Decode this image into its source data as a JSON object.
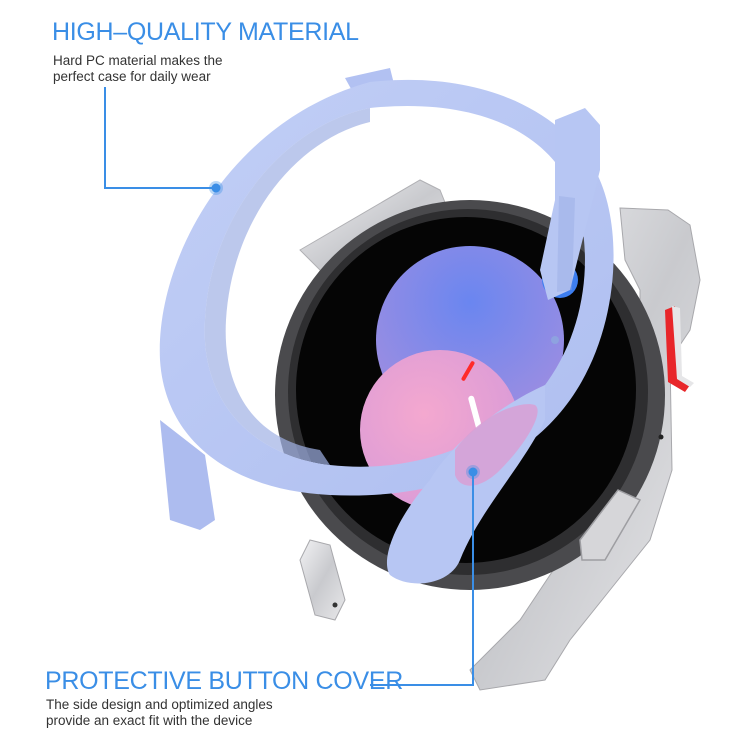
{
  "features": [
    {
      "title": "HIGH–QUALITY MATERIAL",
      "description_lines": [
        "Hard PC material makes the",
        "perfect case for daily wear"
      ],
      "callout": {
        "line_points": [
          [
            105,
            87
          ],
          [
            105,
            188
          ],
          [
            216,
            188
          ]
        ],
        "dot": [
          216,
          188
        ]
      }
    },
    {
      "title": "PROTECTIVE BUTTON COVER",
      "description_lines": [
        "The side design and optimized angles",
        "provide an exact fit with the device"
      ],
      "callout": {
        "line_points": [
          [
            473,
            472
          ],
          [
            473,
            685
          ],
          [
            370,
            685
          ]
        ],
        "dot": [
          473,
          472
        ]
      }
    }
  ],
  "colors": {
    "accent": "#3a8ee6",
    "body_text": "#333333",
    "case": "#b8c6f2",
    "case_shadow": "#9fb0e4",
    "watch_silver": "#d9d9dc",
    "bezel": "#3a3a3c",
    "screen": "#050505",
    "face_blue": "#7b86e8",
    "face_pink": "#f2a6cc",
    "button_red": "#e8262a"
  },
  "product": {
    "case_icon": "watch-case-illustration",
    "watch_icon": "smartwatch-illustration"
  }
}
